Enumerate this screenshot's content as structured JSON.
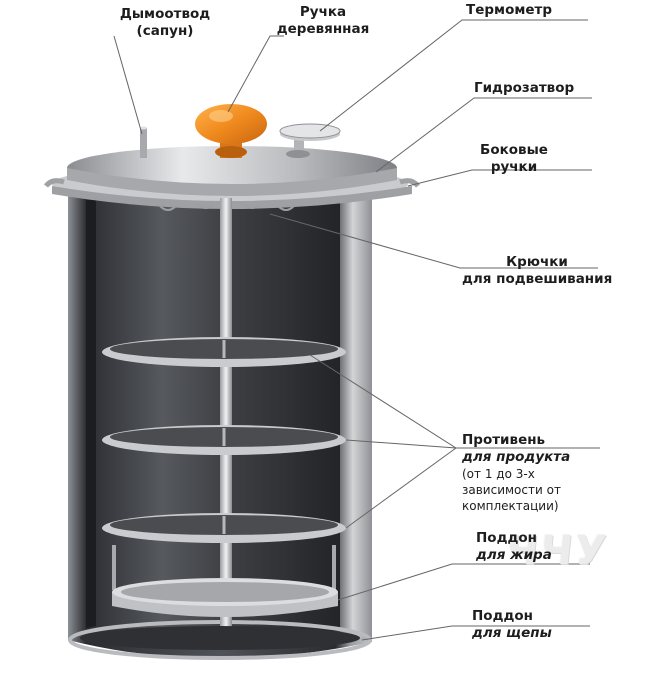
{
  "labels": {
    "smoke_outlet": [
      "Дымоотвод",
      "(сапун)"
    ],
    "handle": [
      "Ручка",
      "деревянная"
    ],
    "thermometer": [
      "Термометр"
    ],
    "water_seal": [
      "Гидрозатвор"
    ],
    "side_handles": [
      "Боковые",
      "ручки"
    ],
    "hooks": [
      "Крючки",
      "для подвешивания"
    ],
    "trays": [
      "Противень",
      "для продукта"
    ],
    "trays_note": [
      "(от 1 до 3-х",
      "зависимости от",
      "комплектации)"
    ],
    "grease_pan": [
      "Поддон",
      "для жира"
    ],
    "chip_pan": [
      "Поддон",
      "для щепы"
    ]
  },
  "watermark": "ЧЧУ",
  "colors": {
    "knob": "#f08a1e",
    "steel_dark": "#3a3c40",
    "steel_light": "#d8dadc",
    "leader": "#666666"
  }
}
